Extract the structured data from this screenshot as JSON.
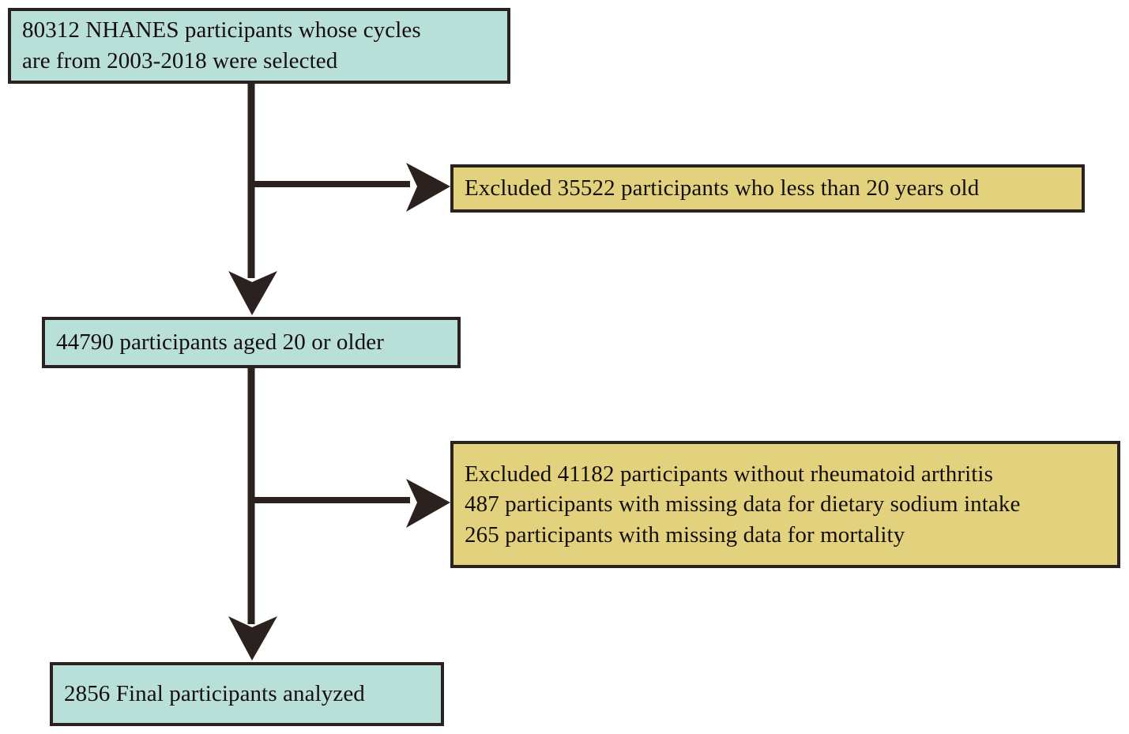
{
  "figure": {
    "type": "flowchart",
    "title": "NHANES participant selection flow diagram",
    "orientation": "top-to-bottom with right-branching exclusions",
    "colors": {
      "included_box_fill": "#b9dfd9",
      "excluded_box_fill": "#e2d27e",
      "border": "#2b211e",
      "arrow": "#2b211e",
      "text": "#140e0c",
      "background": "#ffffff"
    }
  },
  "nodes": {
    "source": {
      "id": "source-population",
      "kind": "included",
      "count": 80312,
      "lines": [
        "80312 NHANES participants whose cycles",
        "are from 2003-2018 were selected"
      ]
    },
    "exclusion_1": {
      "id": "exclusion-age",
      "kind": "excluded",
      "count": 35522,
      "lines": [
        "Excluded 35522 participants who less than 20 years old"
      ]
    },
    "adults": {
      "id": "adults-retained",
      "kind": "included",
      "count": 44790,
      "lines": [
        "44790 participants aged 20 or older"
      ]
    },
    "exclusion_2": {
      "id": "exclusion-ra-and-missing",
      "kind": "excluded",
      "counts": [
        41182,
        487,
        265
      ],
      "lines": [
        "Excluded 41182 participants without rheumatoid arthritis",
        "487 participants with missing data for dietary sodium intake",
        "265 participants with missing data for mortality"
      ]
    },
    "final": {
      "id": "final-analytic-sample",
      "kind": "included",
      "count": 2856,
      "lines": [
        "2856 Final participants analyzed"
      ]
    }
  },
  "edges": [
    {
      "id": "edge-source-to-adults",
      "from": "source",
      "to": "adults",
      "direction": "down",
      "arrowhead": "barbed"
    },
    {
      "id": "edge-source-to-exclusion-1",
      "from": "source",
      "to": "exclusion_1",
      "direction": "right",
      "arrowhead": "barbed"
    },
    {
      "id": "edge-adults-to-final",
      "from": "adults",
      "to": "final",
      "direction": "down",
      "arrowhead": "barbed"
    },
    {
      "id": "edge-adults-to-exclusion-2",
      "from": "adults",
      "to": "exclusion_2",
      "direction": "right",
      "arrowhead": "barbed"
    }
  ]
}
